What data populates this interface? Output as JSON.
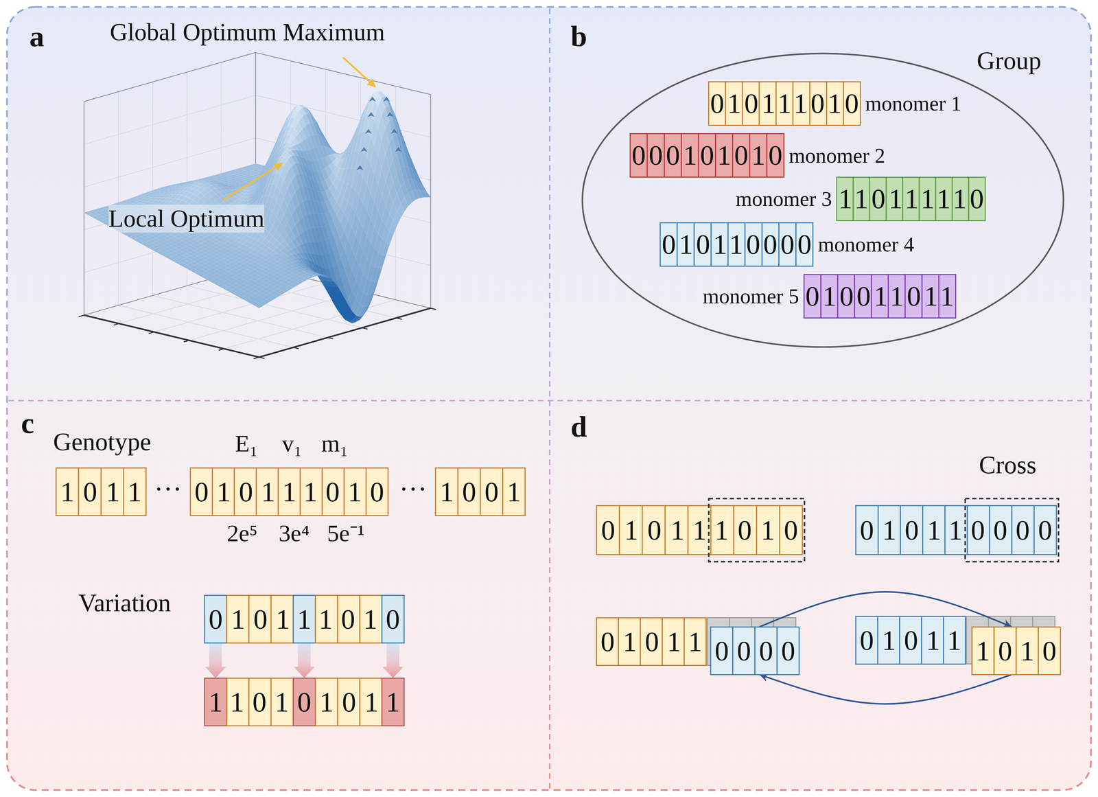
{
  "diagram": {
    "nodes": [
      {
        "text": [
          "Group"
        ]
      },
      {
        "text": [
          "010111010",
          "monomer 1"
        ],
        "in": 0
      },
      {
        "text": [
          "000101010",
          "monomer 2"
        ],
        "in": 0
      },
      {
        "text": [
          "110111110",
          "monomer 3"
        ],
        "in": 0
      },
      {
        "text": [
          "010110000",
          "monomer 4"
        ],
        "in": 0
      },
      {
        "text": [
          "010011011",
          "monomer 5"
        ],
        "in": 0
      },
      {
        "text": [
          "1011"
        ]
      },
      {
        "text": [
          "010111010"
        ]
      },
      {
        "text": [
          "1001"
        ]
      },
      {
        "text": [
          "010111010"
        ]
      },
      {
        "text": [
          "110101011"
        ]
      },
      {
        "text": [
          "010111010"
        ]
      },
      {
        "text": [
          "010110000"
        ]
      },
      {
        "text": [
          "01011"
        ]
      },
      {
        "text": [
          "0000"
        ]
      },
      {
        "text": [
          "01011"
        ]
      },
      {
        "text": [
          "1010"
        ]
      }
    ],
    "edges": [
      {
        "from": 9,
        "to": 10,
        "arrow": "to"
      },
      {
        "from": 9,
        "to": 10,
        "arrow": "to"
      },
      {
        "from": 9,
        "to": 10,
        "arrow": "to"
      },
      {
        "from": 14,
        "to": 16,
        "arrow": "to"
      },
      {
        "from": 16,
        "to": 14,
        "arrow": "to"
      }
    ],
    "labels": [
      "a",
      "Global Optimum Maximum",
      "Local Optimum",
      "b",
      "c",
      "Genotype",
      "E₁",
      "v₁",
      "m₁",
      "···",
      "···",
      "2e⁵",
      "3e⁴",
      "5e⁻¹",
      "Variation",
      "d",
      "Cross"
    ]
  }
}
